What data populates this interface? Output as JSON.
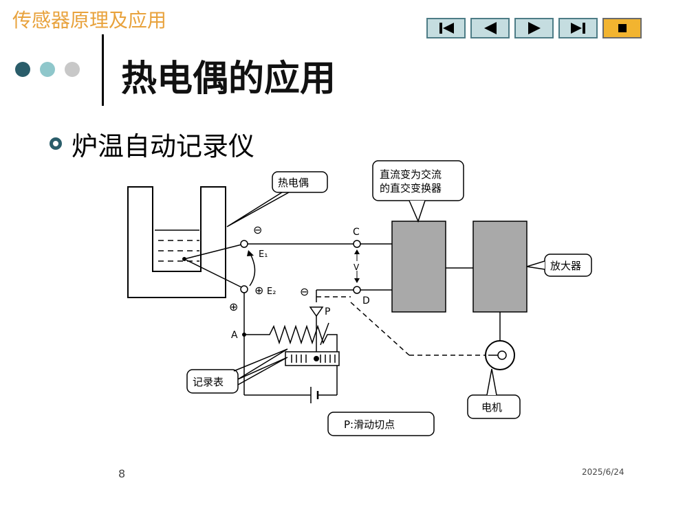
{
  "header": {
    "course_title": "传感器原理及应用",
    "nav": [
      {
        "name": "first-slide-button",
        "icon": "skip-to-start-icon"
      },
      {
        "name": "previous-slide-button",
        "icon": "triangle-left-icon"
      },
      {
        "name": "next-slide-button",
        "icon": "triangle-right-icon"
      },
      {
        "name": "last-slide-button",
        "icon": "skip-to-end-icon"
      },
      {
        "name": "end-show-button",
        "icon": "stop-square-icon"
      }
    ]
  },
  "slide": {
    "title": "热电偶的应用",
    "bullet": "炉温自动记录仪",
    "page_number": "8",
    "date": "2025/6/24"
  },
  "diagram": {
    "callout_thermocouple": "热电偶",
    "callout_converter_line1": "直流变为交流",
    "callout_converter_line2": "的直交变换器",
    "callout_amplifier": "放大器",
    "callout_recorder": "记录表",
    "callout_motor": "电机",
    "callout_slider": "P:滑动切点",
    "label_c": "C",
    "label_d": "D",
    "label_e1": "E₁",
    "label_e2": "E₂",
    "label_v": "V",
    "label_a": "A",
    "label_p": "P",
    "sign_minus": "⊖",
    "sign_plus": "⊕"
  },
  "colors": {
    "accent_orange": "#e8a23c",
    "nav_fill": "#c5dde0",
    "nav_border": "#4d7c86",
    "stop_fill": "#f2b430",
    "dot_dark": "#2a5d6a",
    "dot_teal": "#8fc7cb",
    "dot_gray": "#c8c8c8",
    "block_fill": "#a9a9a9"
  }
}
